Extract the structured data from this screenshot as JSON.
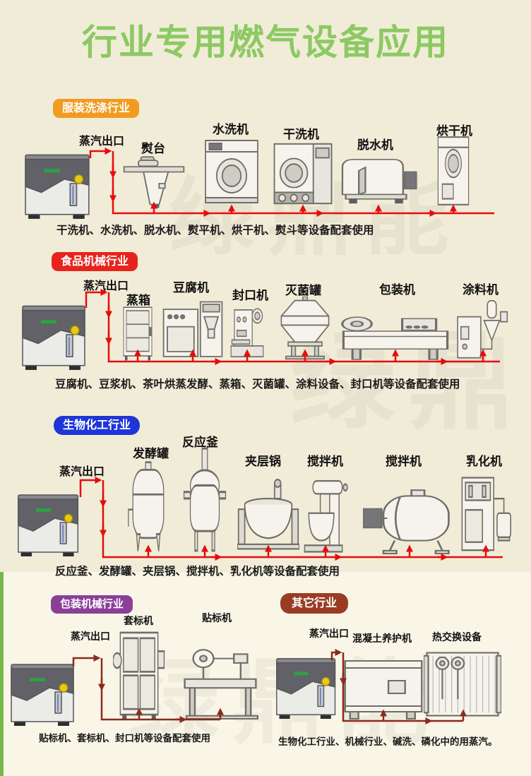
{
  "page": {
    "title": "行业专用燃气设备应用",
    "watermark": "绿鼎能",
    "colors": {
      "background": "#f1ecd8",
      "bottom_panel_background": "#f9f6e8",
      "title_green": "#8dc963",
      "pipe_red": "#e60d0d",
      "pipe_dark_red": "#8c2a1c",
      "left_edge_strip_green": "#76b94a"
    }
  },
  "sections": [
    {
      "badge": {
        "label": "服装洗涤行业",
        "color": "#f09c21"
      },
      "steam_outlet": "蒸汽出口",
      "machines": [
        {
          "label": "熨台"
        },
        {
          "label": "水洗机"
        },
        {
          "label": "干洗机"
        },
        {
          "label": "脱水机"
        },
        {
          "label": "烘干机"
        }
      ],
      "caption": "干洗机、水洗机、脱水机、熨平机、烘干机、熨斗等设备配套使用"
    },
    {
      "badge": {
        "label": "食品机械行业",
        "color": "#e8231d"
      },
      "steam_outlet": "蒸汽出口",
      "machines": [
        {
          "label": "蒸箱"
        },
        {
          "label": "豆腐机"
        },
        {
          "label": "封口机"
        },
        {
          "label": "灭菌罐"
        },
        {
          "label": "包装机"
        },
        {
          "label": "涂料机"
        }
      ],
      "caption": "豆腐机、豆浆机、茶叶烘蒸发酵、蒸箱、灭菌罐、涂料设备、封口机等设备配套使用"
    },
    {
      "badge": {
        "label": "生物化工行业",
        "color": "#1e35d8"
      },
      "steam_outlet": "蒸汽出口",
      "machines": [
        {
          "label": "发酵罐"
        },
        {
          "label": "反应釜"
        },
        {
          "label": "夹层锅"
        },
        {
          "label": "搅拌机"
        },
        {
          "label": "搅拌机"
        },
        {
          "label": "乳化机"
        }
      ],
      "caption": "反应釜、发酵罐、夹层锅、搅拌机、乳化机等设备配套使用"
    },
    {
      "badge": {
        "label": "包装机械行业",
        "color": "#8a3f98"
      },
      "steam_outlet": "蒸汽出口",
      "machines": [
        {
          "label": "套标机"
        },
        {
          "label": "贴标机"
        }
      ],
      "caption": "贴标机、套标机、封口机等设备配套使用"
    },
    {
      "badge": {
        "label": "其它行业",
        "color": "#9a3c24"
      },
      "steam_outlet": "蒸汽出口",
      "machines": [
        {
          "label": "混凝土养护机"
        },
        {
          "label": "热交换设备"
        }
      ],
      "caption": "生物化工行业、机械行业、碱洗、磷化中的用蒸汽。"
    }
  ]
}
